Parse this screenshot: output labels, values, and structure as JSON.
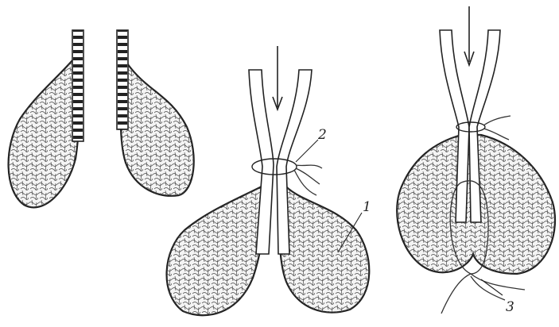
{
  "figure": {
    "labels": {
      "ligature_loop": "2",
      "fat_body": "1",
      "tie_thread": "3"
    }
  }
}
